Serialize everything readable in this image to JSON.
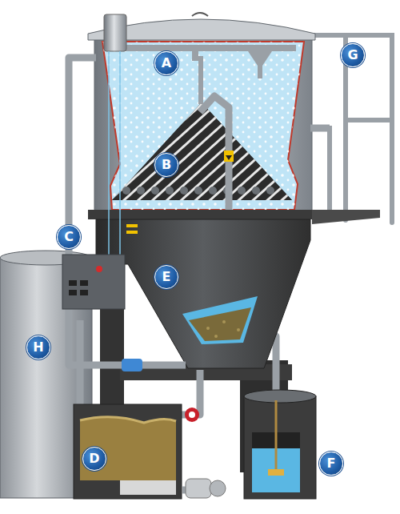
{
  "diagram": {
    "labels": [
      "A",
      "G",
      "B",
      "C",
      "E",
      "H",
      "D",
      "F"
    ]
  }
}
